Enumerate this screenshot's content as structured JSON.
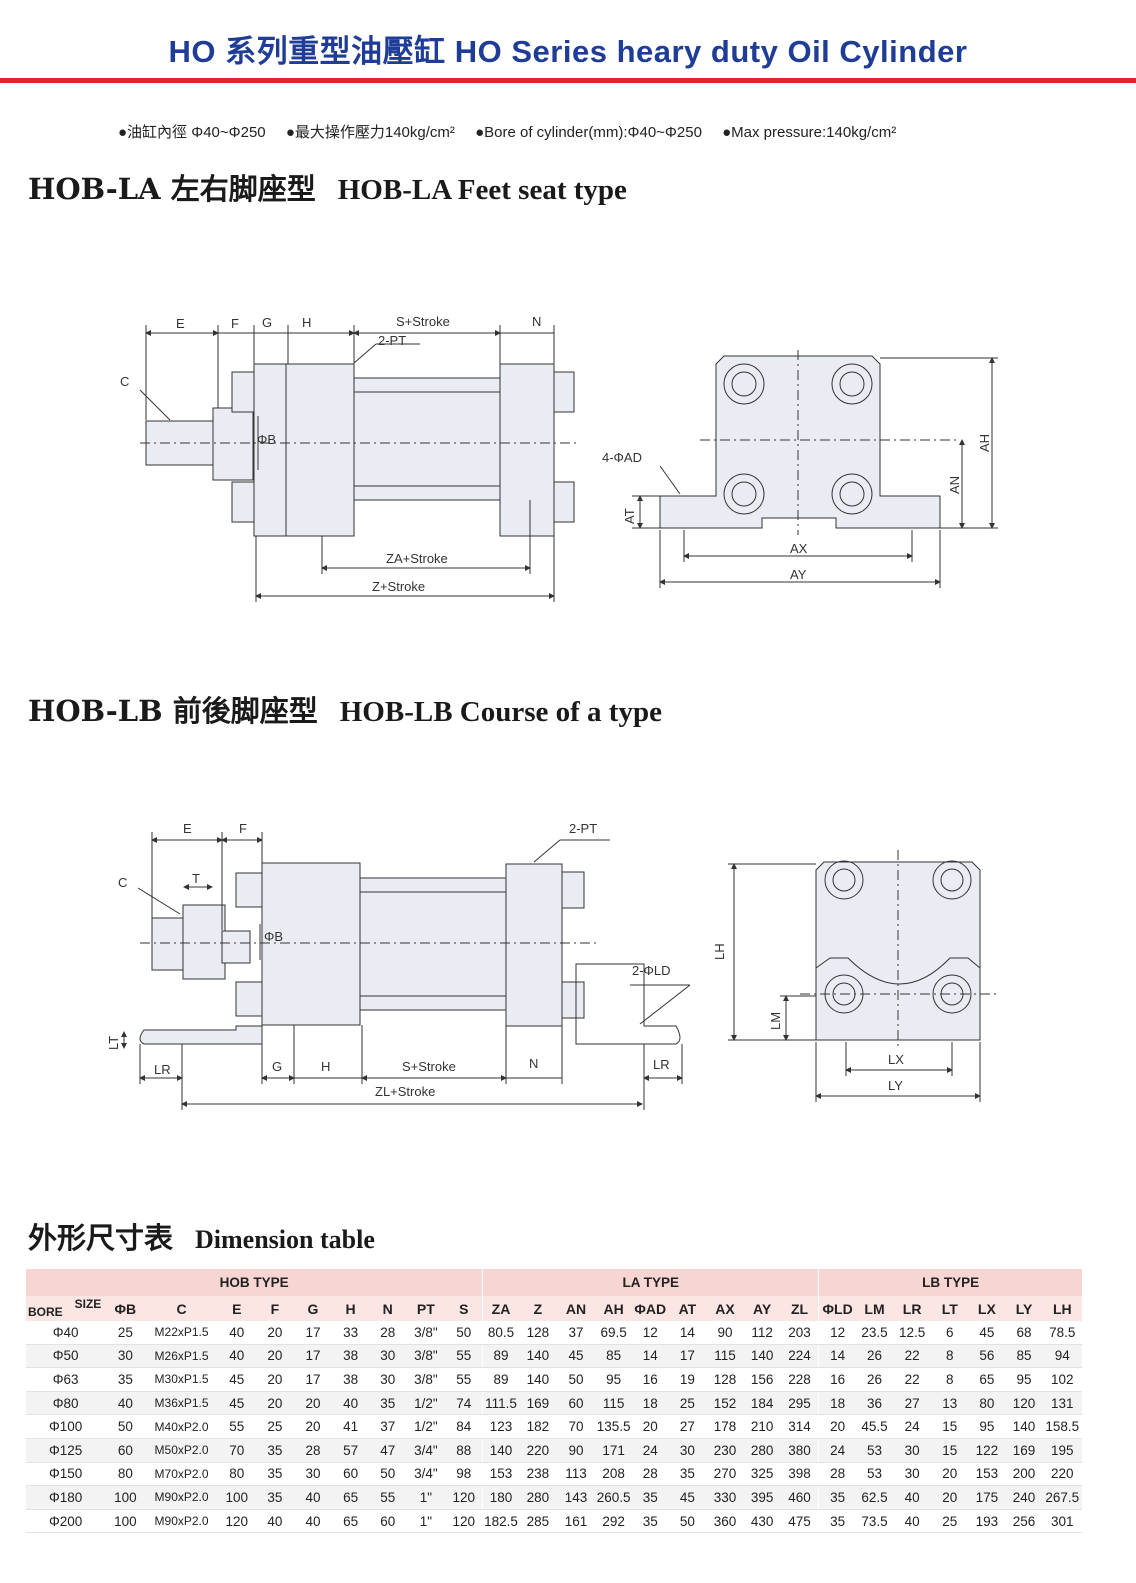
{
  "header": {
    "title": "HO 系列重型油壓缸 HO Series heary duty Oil Cylinder",
    "specs": [
      "●油缸內徑 Φ40~Φ250",
      "●最大操作壓力140kg/cm²",
      "●Bore of cylinder(mm):Φ40~Φ250",
      "●Max pressure:140kg/cm²"
    ]
  },
  "sections": {
    "la": {
      "cn": "HOB-LA 左右脚座型",
      "en": "HOB-LA Feet seat type"
    },
    "lb": {
      "cn": "HOB-LB 前後脚座型",
      "en": "HOB-LB Course of a type"
    },
    "table": {
      "cn": "外形尺寸表",
      "en": "Dimension table"
    }
  },
  "drawing_la": {
    "labels": {
      "E": "E",
      "F": "F",
      "G": "G",
      "H": "H",
      "S": "S+Stroke",
      "N": "N",
      "PT": "2-PT",
      "C": "C",
      "B": "ΦB",
      "ZA": "ZA+Stroke",
      "Z": "Z+Stroke",
      "AD": "4-ΦAD",
      "AT": "AT",
      "AX": "AX",
      "AY": "AY",
      "AN": "AN",
      "AH": "AH"
    }
  },
  "drawing_lb": {
    "labels": {
      "E": "E",
      "F": "F",
      "PT": "2-PT",
      "C": "C",
      "T": "T",
      "B": "ΦB",
      "LD": "2-ΦLD",
      "LT": "LT",
      "LR": "LR",
      "G": "G",
      "H": "H",
      "S": "S+Stroke",
      "N": "N",
      "LR2": "LR",
      "ZL": "ZL+Stroke",
      "LH": "LH",
      "LM": "LM",
      "LX": "LX",
      "LY": "LY"
    }
  },
  "table": {
    "groups": [
      "HOB TYPE",
      "LA TYPE",
      "LB TYPE"
    ],
    "corner_size": "SIZE",
    "corner_bore": "BORE",
    "columns": [
      "ΦB",
      "C",
      "E",
      "F",
      "G",
      "H",
      "N",
      "PT",
      "S",
      "ZA",
      "Z",
      "AN",
      "AH",
      "ΦAD",
      "AT",
      "AX",
      "AY",
      "ZL",
      "ΦLD",
      "LM",
      "LR",
      "LT",
      "LX",
      "LY",
      "LH"
    ],
    "rows": [
      [
        "Φ40",
        "25",
        "M22xP1.5",
        "40",
        "20",
        "17",
        "33",
        "28",
        "3/8\"",
        "50",
        "80.5",
        "128",
        "37",
        "69.5",
        "12",
        "14",
        "90",
        "112",
        "203",
        "12",
        "23.5",
        "12.5",
        "6",
        "45",
        "68",
        "78.5"
      ],
      [
        "Φ50",
        "30",
        "M26xP1.5",
        "40",
        "20",
        "17",
        "38",
        "30",
        "3/8\"",
        "55",
        "89",
        "140",
        "45",
        "85",
        "14",
        "17",
        "115",
        "140",
        "224",
        "14",
        "26",
        "22",
        "8",
        "56",
        "85",
        "94"
      ],
      [
        "Φ63",
        "35",
        "M30xP1.5",
        "45",
        "20",
        "17",
        "38",
        "30",
        "3/8\"",
        "55",
        "89",
        "140",
        "50",
        "95",
        "16",
        "19",
        "128",
        "156",
        "228",
        "16",
        "26",
        "22",
        "8",
        "65",
        "95",
        "102"
      ],
      [
        "Φ80",
        "40",
        "M36xP1.5",
        "45",
        "20",
        "20",
        "40",
        "35",
        "1/2\"",
        "74",
        "111.5",
        "169",
        "60",
        "115",
        "18",
        "25",
        "152",
        "184",
        "295",
        "18",
        "36",
        "27",
        "13",
        "80",
        "120",
        "131"
      ],
      [
        "Φ100",
        "50",
        "M40xP2.0",
        "55",
        "25",
        "20",
        "41",
        "37",
        "1/2\"",
        "84",
        "123",
        "182",
        "70",
        "135.5",
        "20",
        "27",
        "178",
        "210",
        "314",
        "20",
        "45.5",
        "24",
        "15",
        "95",
        "140",
        "158.5"
      ],
      [
        "Φ125",
        "60",
        "M50xP2.0",
        "70",
        "35",
        "28",
        "57",
        "47",
        "3/4\"",
        "88",
        "140",
        "220",
        "90",
        "171",
        "24",
        "30",
        "230",
        "280",
        "380",
        "24",
        "53",
        "30",
        "15",
        "122",
        "169",
        "195"
      ],
      [
        "Φ150",
        "80",
        "M70xP2.0",
        "80",
        "35",
        "30",
        "60",
        "50",
        "3/4\"",
        "98",
        "153",
        "238",
        "113",
        "208",
        "28",
        "35",
        "270",
        "325",
        "398",
        "28",
        "53",
        "30",
        "20",
        "153",
        "200",
        "220"
      ],
      [
        "Φ180",
        "100",
        "M90xP2.0",
        "100",
        "35",
        "40",
        "65",
        "55",
        "1\"",
        "120",
        "180",
        "280",
        "143",
        "260.5",
        "35",
        "45",
        "330",
        "395",
        "460",
        "35",
        "62.5",
        "40",
        "20",
        "175",
        "240",
        "267.5"
      ],
      [
        "Φ200",
        "100",
        "M90xP2.0",
        "120",
        "40",
        "40",
        "65",
        "60",
        "1\"",
        "120",
        "182.5",
        "285",
        "161",
        "292",
        "35",
        "50",
        "360",
        "430",
        "475",
        "35",
        "73.5",
        "40",
        "25",
        "193",
        "256",
        "301"
      ]
    ]
  },
  "colors": {
    "title": "#1f3d97",
    "rule": "#e1242a",
    "header_bg": "#f7d5d3",
    "subheader_bg": "#fbe6e4",
    "part_fill": "#e9ecf3"
  }
}
